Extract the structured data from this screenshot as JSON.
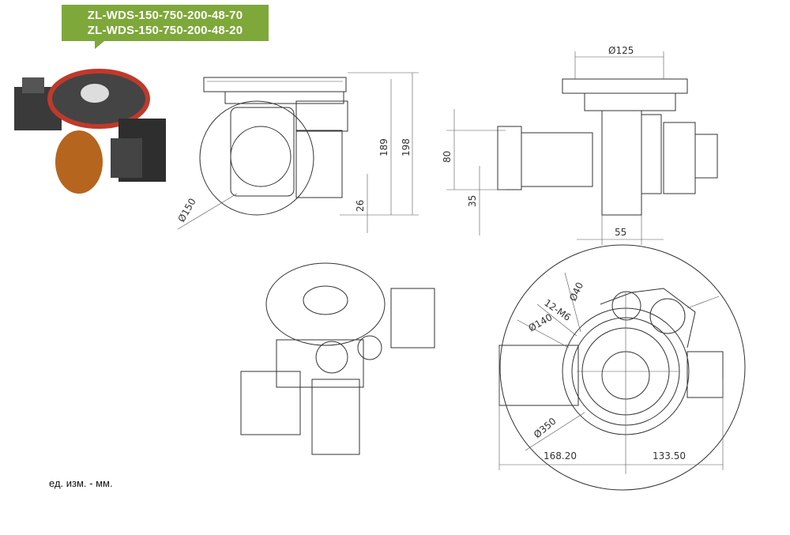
{
  "badge": {
    "models": [
      "ZL-WDS-150-750-200-48-70",
      "ZL-WDS-150-750-200-48-20"
    ],
    "color": "#7ea83a"
  },
  "units_note": "ед. изм. - мм.",
  "dimensions": {
    "front": {
      "wheel_dia": "Ø150",
      "h26": "26",
      "h189": "189",
      "h198": "198"
    },
    "side": {
      "dia125": "Ø125",
      "h80": "80",
      "h35": "35",
      "w55": "55"
    },
    "top": {
      "dia40": "Ø40",
      "bolts": "12-M6",
      "dia140": "Ø140",
      "dia350": "Ø350",
      "left": "168.20",
      "right": "133.50"
    }
  }
}
